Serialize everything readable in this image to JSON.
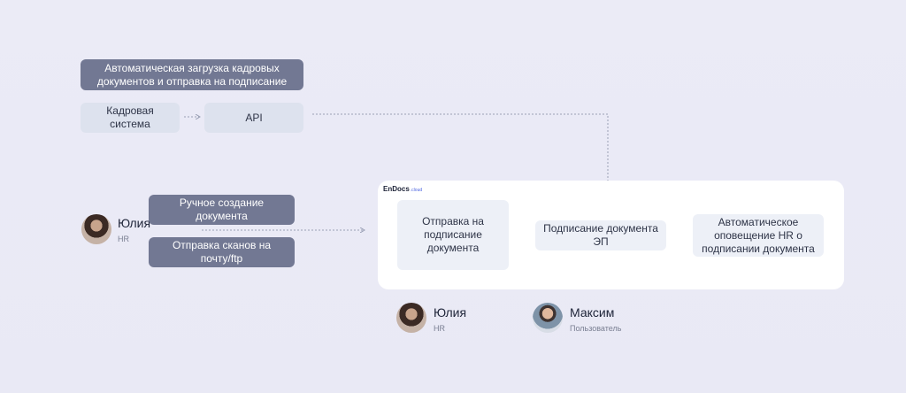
{
  "top_group": {
    "title": "Автоматическая загрузка кадровых документов и отправка на подписание",
    "source": "Кадровая система",
    "api": "API"
  },
  "manual_group": {
    "person_name": "Юлия",
    "person_role": "HR",
    "create": "Ручное создание документа",
    "scans": "Отправка сканов на почту/ftp"
  },
  "card": {
    "brand": "EnDocs",
    "brand_sub": ".cloud",
    "steps": [
      "Отправка на подписание документа",
      "Подписание документа ЭП",
      "Автоматическое оповещение HR о подписании документа"
    ]
  },
  "bottom_people": [
    {
      "name": "Юлия",
      "role": "HR"
    },
    {
      "name": "Максим",
      "role": "Пользователь"
    }
  ]
}
